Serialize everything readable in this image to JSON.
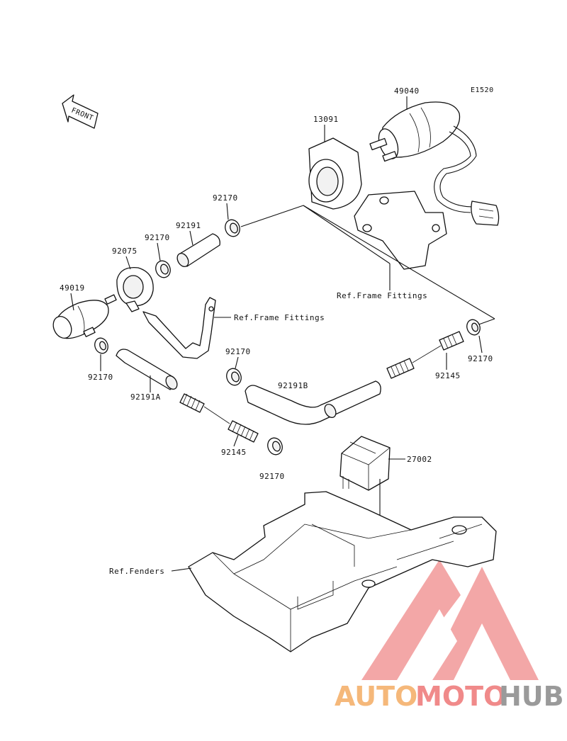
{
  "diagram": {
    "code": "E1520",
    "front_arrow": "FRONT"
  },
  "labels": {
    "p49040": "49040",
    "p13091": "13091",
    "p92170_a": "92170",
    "p92191": "92191",
    "p92170_b": "92170",
    "p92075": "92075",
    "p49019": "49019",
    "ref_frame_1": "Ref.Frame Fittings",
    "ref_frame_2": "Ref.Frame Fittings",
    "p92170_c": "92170",
    "p92191A": "92191A",
    "p92170_d": "92170",
    "p92191B": "92191B",
    "p92145_a": "92145",
    "p92170_e": "92170",
    "p92145_b": "92145",
    "p92170_f": "92170",
    "p27002": "27002",
    "ref_fenders": "Ref.Fenders"
  },
  "watermark": {
    "part1": "AUTO",
    "part2": "MOTO",
    "part3": "HUB",
    "color_orange": "#f5b87a",
    "color_red": "#f08a8a",
    "color_gray": "#9a9a9a"
  }
}
